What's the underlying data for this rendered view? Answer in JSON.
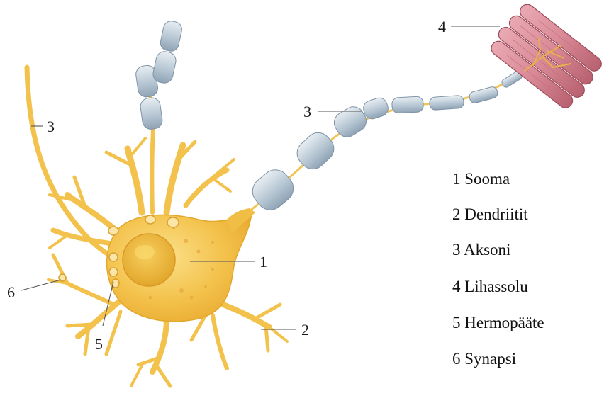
{
  "labels": {
    "soma": "1",
    "dendrite": "2",
    "axon_main": "3",
    "axon_branch": "3",
    "muscle": "4",
    "terminal": "5",
    "synapse": "6"
  },
  "legend": [
    "1 Sooma",
    "2 Dendriitit",
    "3 Aksoni",
    "4 Lihassolu",
    "5 Hermopääte",
    "6 Synapsi"
  ],
  "colors": {
    "cell_body": "#f3c14a",
    "cell_body_light": "#f8d97a",
    "dendrite": "#f2c24c",
    "myelin": "#aebfcf",
    "myelin_light": "#dfe8ee",
    "muscle": "#d98a96",
    "muscle_dark": "#b55f6e",
    "nucleus": "#f0b63a"
  }
}
